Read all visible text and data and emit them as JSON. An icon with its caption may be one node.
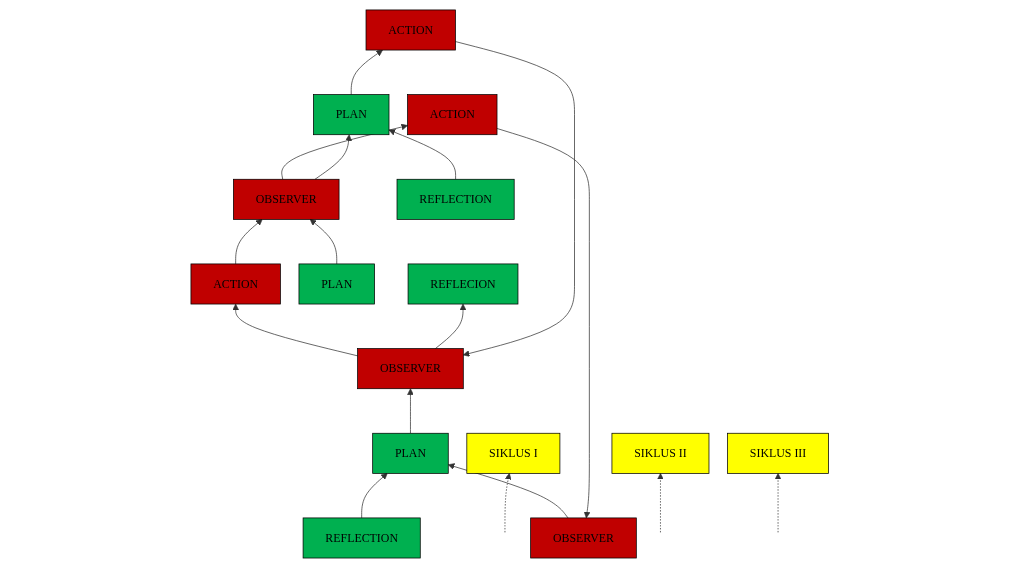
{
  "diagram": {
    "nodes": [
      {
        "text": [
          "OBSERVER"
        ]
      },
      {
        "text": [
          "ACTION"
        ]
      },
      {
        "text": [
          "OBSERVER"
        ]
      },
      {
        "text": [
          "ACTION"
        ]
      },
      {
        "text": [
          "OBSERVER"
        ]
      },
      {
        "text": [
          "ACTION"
        ]
      },
      {
        "text": [
          "PLAN"
        ]
      },
      {
        "text": [
          "REFLECTION"
        ]
      },
      {
        "text": [
          "PLAN"
        ]
      },
      {
        "text": [
          "REFLECTION"
        ]
      },
      {
        "text": [
          "PLAN"
        ]
      },
      {
        "text": [
          "REFLECION"
        ]
      },
      {
        "text": [
          "SIKLUS I"
        ]
      },
      {
        "text": [
          "SIKLUS II"
        ]
      },
      {
        "text": [
          "SIKLUS III"
        ]
      }
    ],
    "edges": [
      {
        "from": 1,
        "to": 0,
        "arrow": "to"
      },
      {
        "from": 2,
        "to": 1,
        "arrow": "to"
      },
      {
        "from": 3,
        "to": 2,
        "arrow": "to"
      },
      {
        "from": 4,
        "to": 3,
        "arrow": "to"
      },
      {
        "from": 5,
        "to": 4,
        "arrow": "to"
      },
      {
        "from": 0,
        "to": 8,
        "arrow": "to"
      },
      {
        "from": 6,
        "to": 2,
        "arrow": "to"
      },
      {
        "from": 7,
        "to": 8,
        "arrow": "to"
      },
      {
        "from": 2,
        "to": 10,
        "arrow": "to"
      },
      {
        "from": 8,
        "to": 4,
        "arrow": "to"
      },
      {
        "from": 9,
        "to": 10,
        "arrow": "to"
      },
      {
        "from": 4,
        "to": 11,
        "arrow": "to"
      },
      {
        "from": 10,
        "to": 5,
        "arrow": "to"
      },
      {
        "from": null,
        "to": 12,
        "arrow": "to",
        "style": "dashed"
      },
      {
        "from": null,
        "to": 13,
        "arrow": "to",
        "style": "dashed"
      },
      {
        "from": null,
        "to": 14,
        "arrow": "to",
        "style": "dashed"
      }
    ]
  }
}
